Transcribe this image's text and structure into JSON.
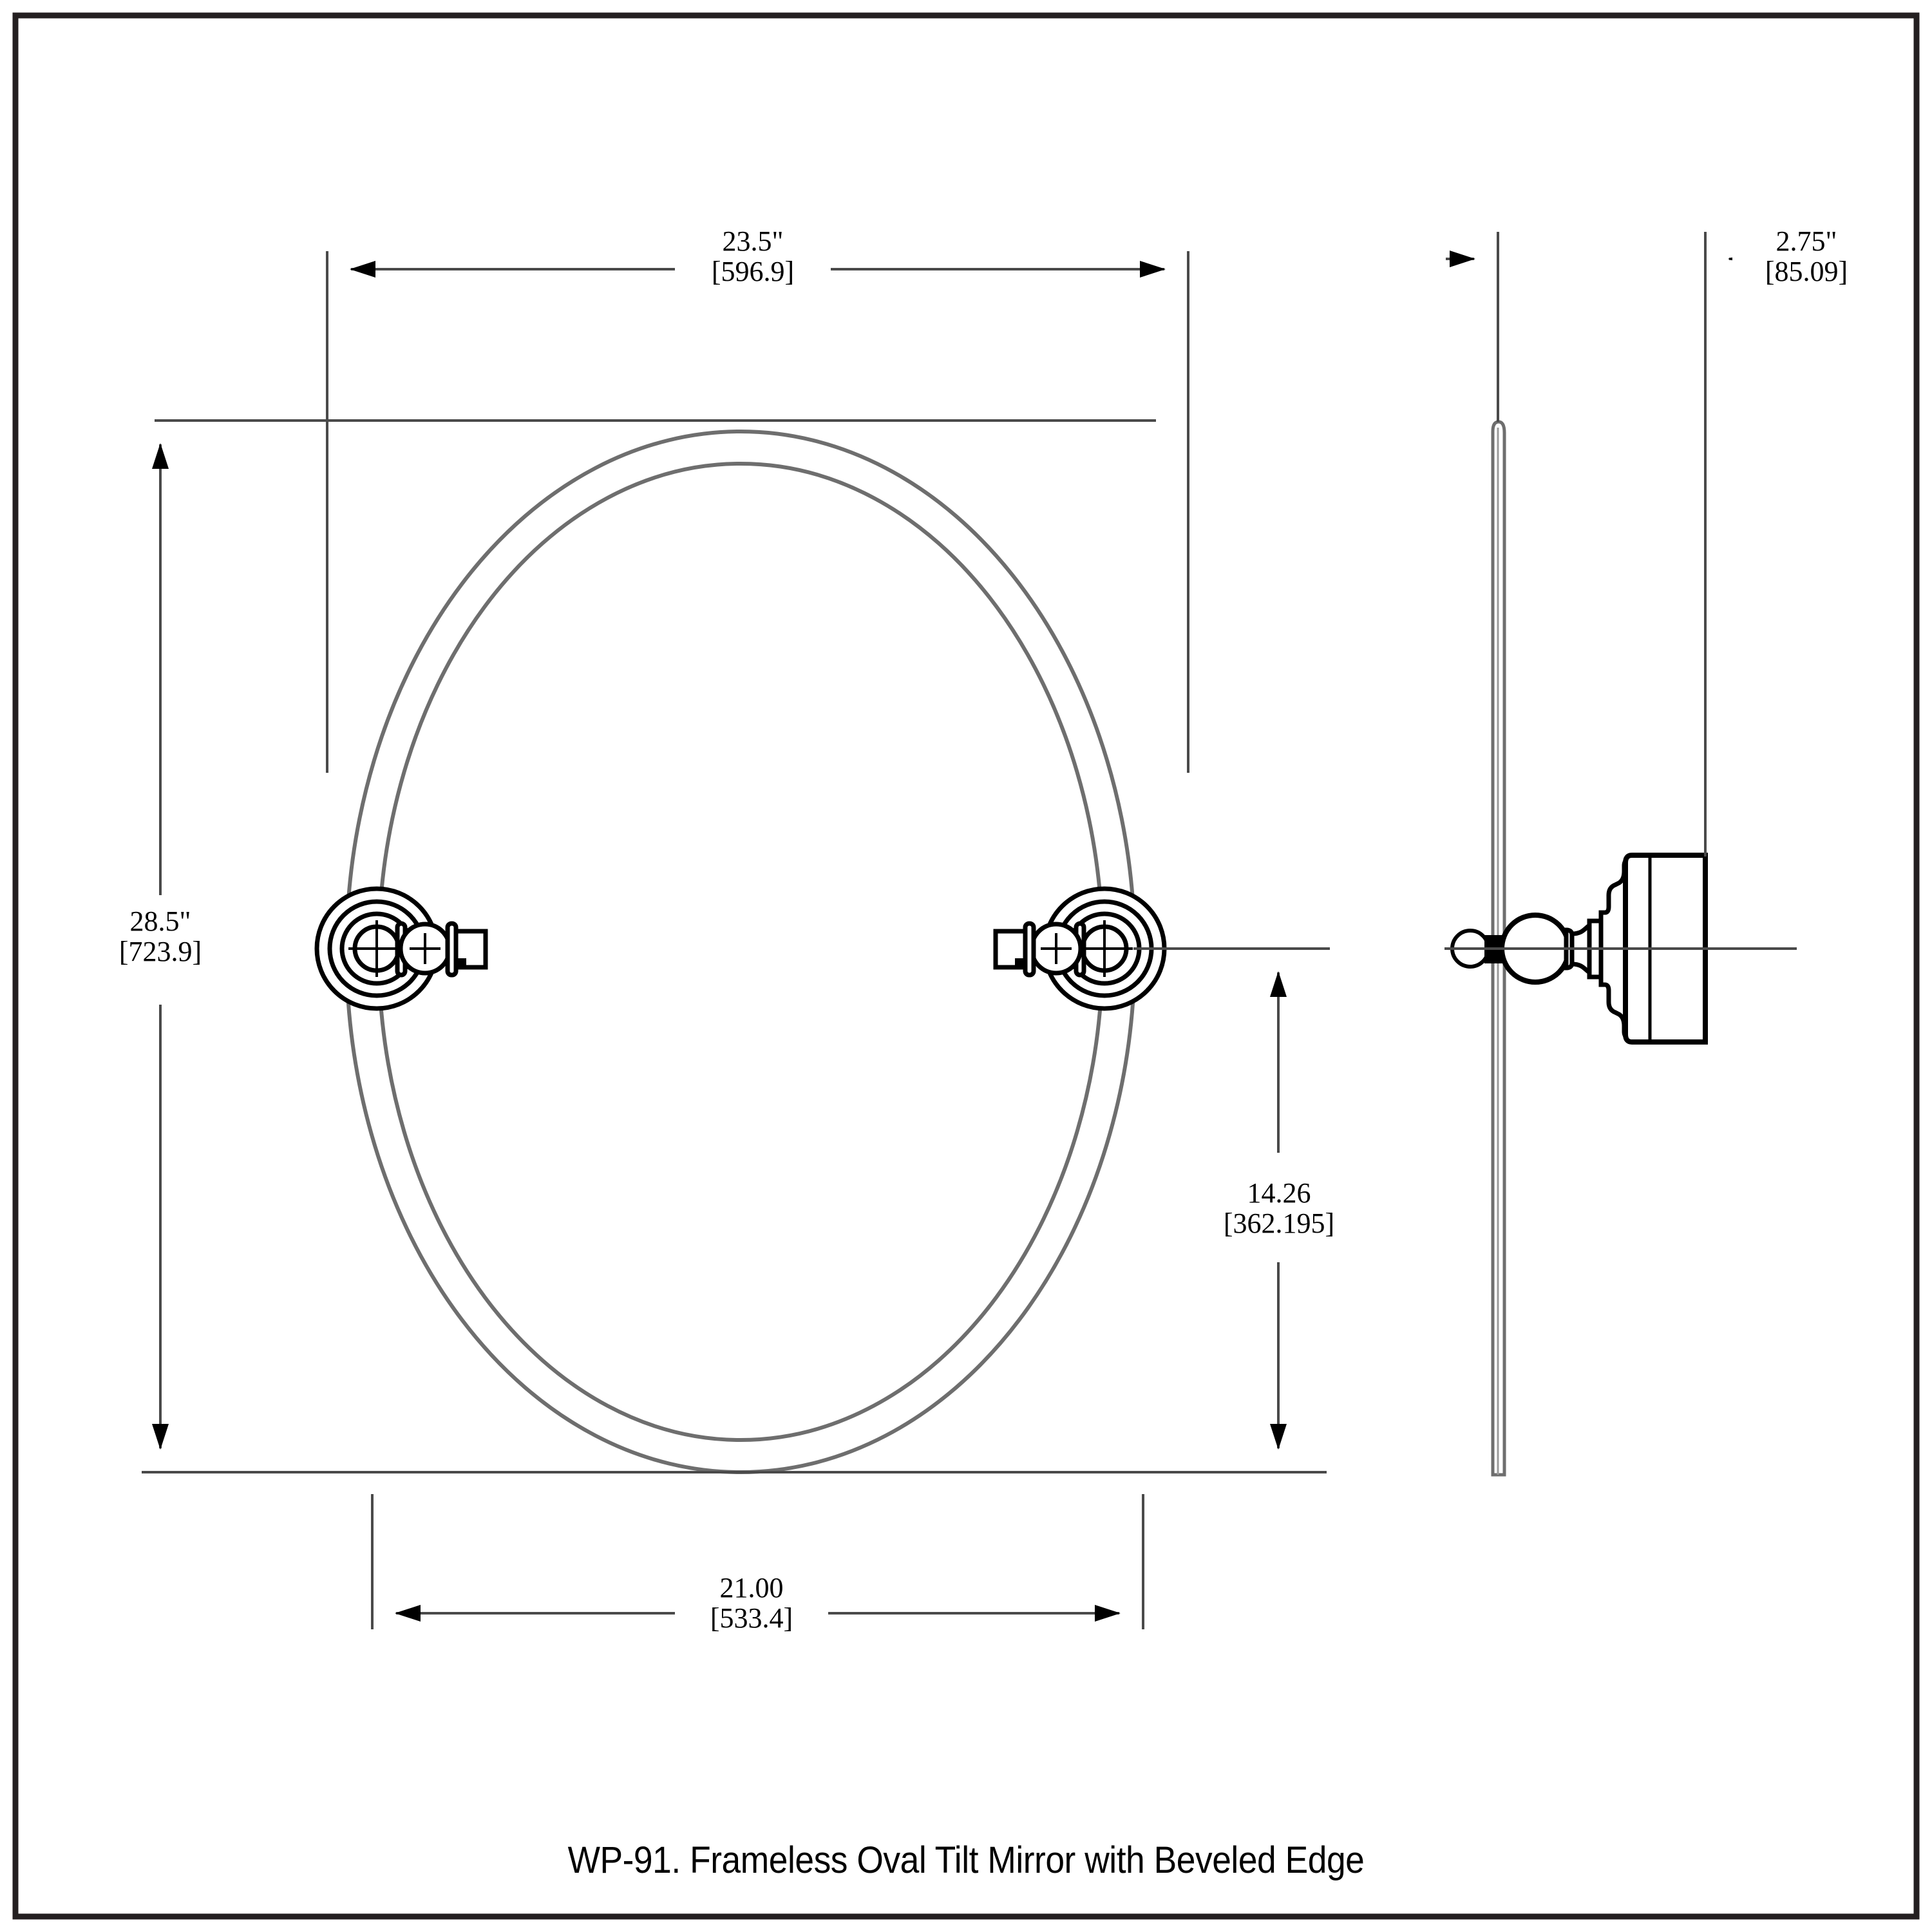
{
  "sheet": {
    "border_color": "#231f20",
    "background": "#ffffff",
    "line_color": "#3a3a3a",
    "dark_line_color": "#000000",
    "glass_line_color": "#6e6e6e"
  },
  "caption": {
    "text": "WP-91. Frameless Oval Tilt Mirror with Beveled Edge",
    "model": "WP-91",
    "product": "Frameless Oval Tilt Mirror with Beveled Edge"
  },
  "views": {
    "front": {
      "name": "front-elevation"
    },
    "side": {
      "name": "side-elevation"
    }
  },
  "dimensions": {
    "overall_width": {
      "name": "overall-width",
      "imperial": "23.5\"",
      "metric": "[596.9]",
      "value_in": 23.5,
      "value_mm": 596.9,
      "orientation": "horizontal",
      "view": "front"
    },
    "overall_height": {
      "name": "overall-height",
      "imperial": "28.5\"",
      "metric": "[723.9]",
      "value_in": 28.5,
      "value_mm": 723.9,
      "orientation": "vertical",
      "view": "front"
    },
    "pivot_to_bottom": {
      "name": "pivot-to-bottom-height",
      "imperial": "14.26",
      "metric": "[362.195]",
      "value_in": 14.26,
      "value_mm": 362.195,
      "orientation": "vertical",
      "view": "front"
    },
    "glass_width": {
      "name": "glass-width",
      "imperial": "21.00",
      "metric": "[533.4]",
      "value_in": 21.0,
      "value_mm": 533.4,
      "orientation": "horizontal",
      "view": "front"
    },
    "projection_depth": {
      "name": "wall-projection-depth",
      "imperial": "2.75\"",
      "metric": "[85.09]",
      "value_in": 2.75,
      "value_mm": 85.09,
      "orientation": "horizontal",
      "view": "side"
    }
  },
  "components": {
    "mirror_glass": "oval-beveled-glass",
    "bevel_edge": "beveled-edge-line",
    "left_bracket": "left-pivot-rosette",
    "right_bracket": "right-pivot-rosette",
    "side_finial": "side-view-finial-ball",
    "side_wall_plate": "side-view-wall-plate"
  }
}
